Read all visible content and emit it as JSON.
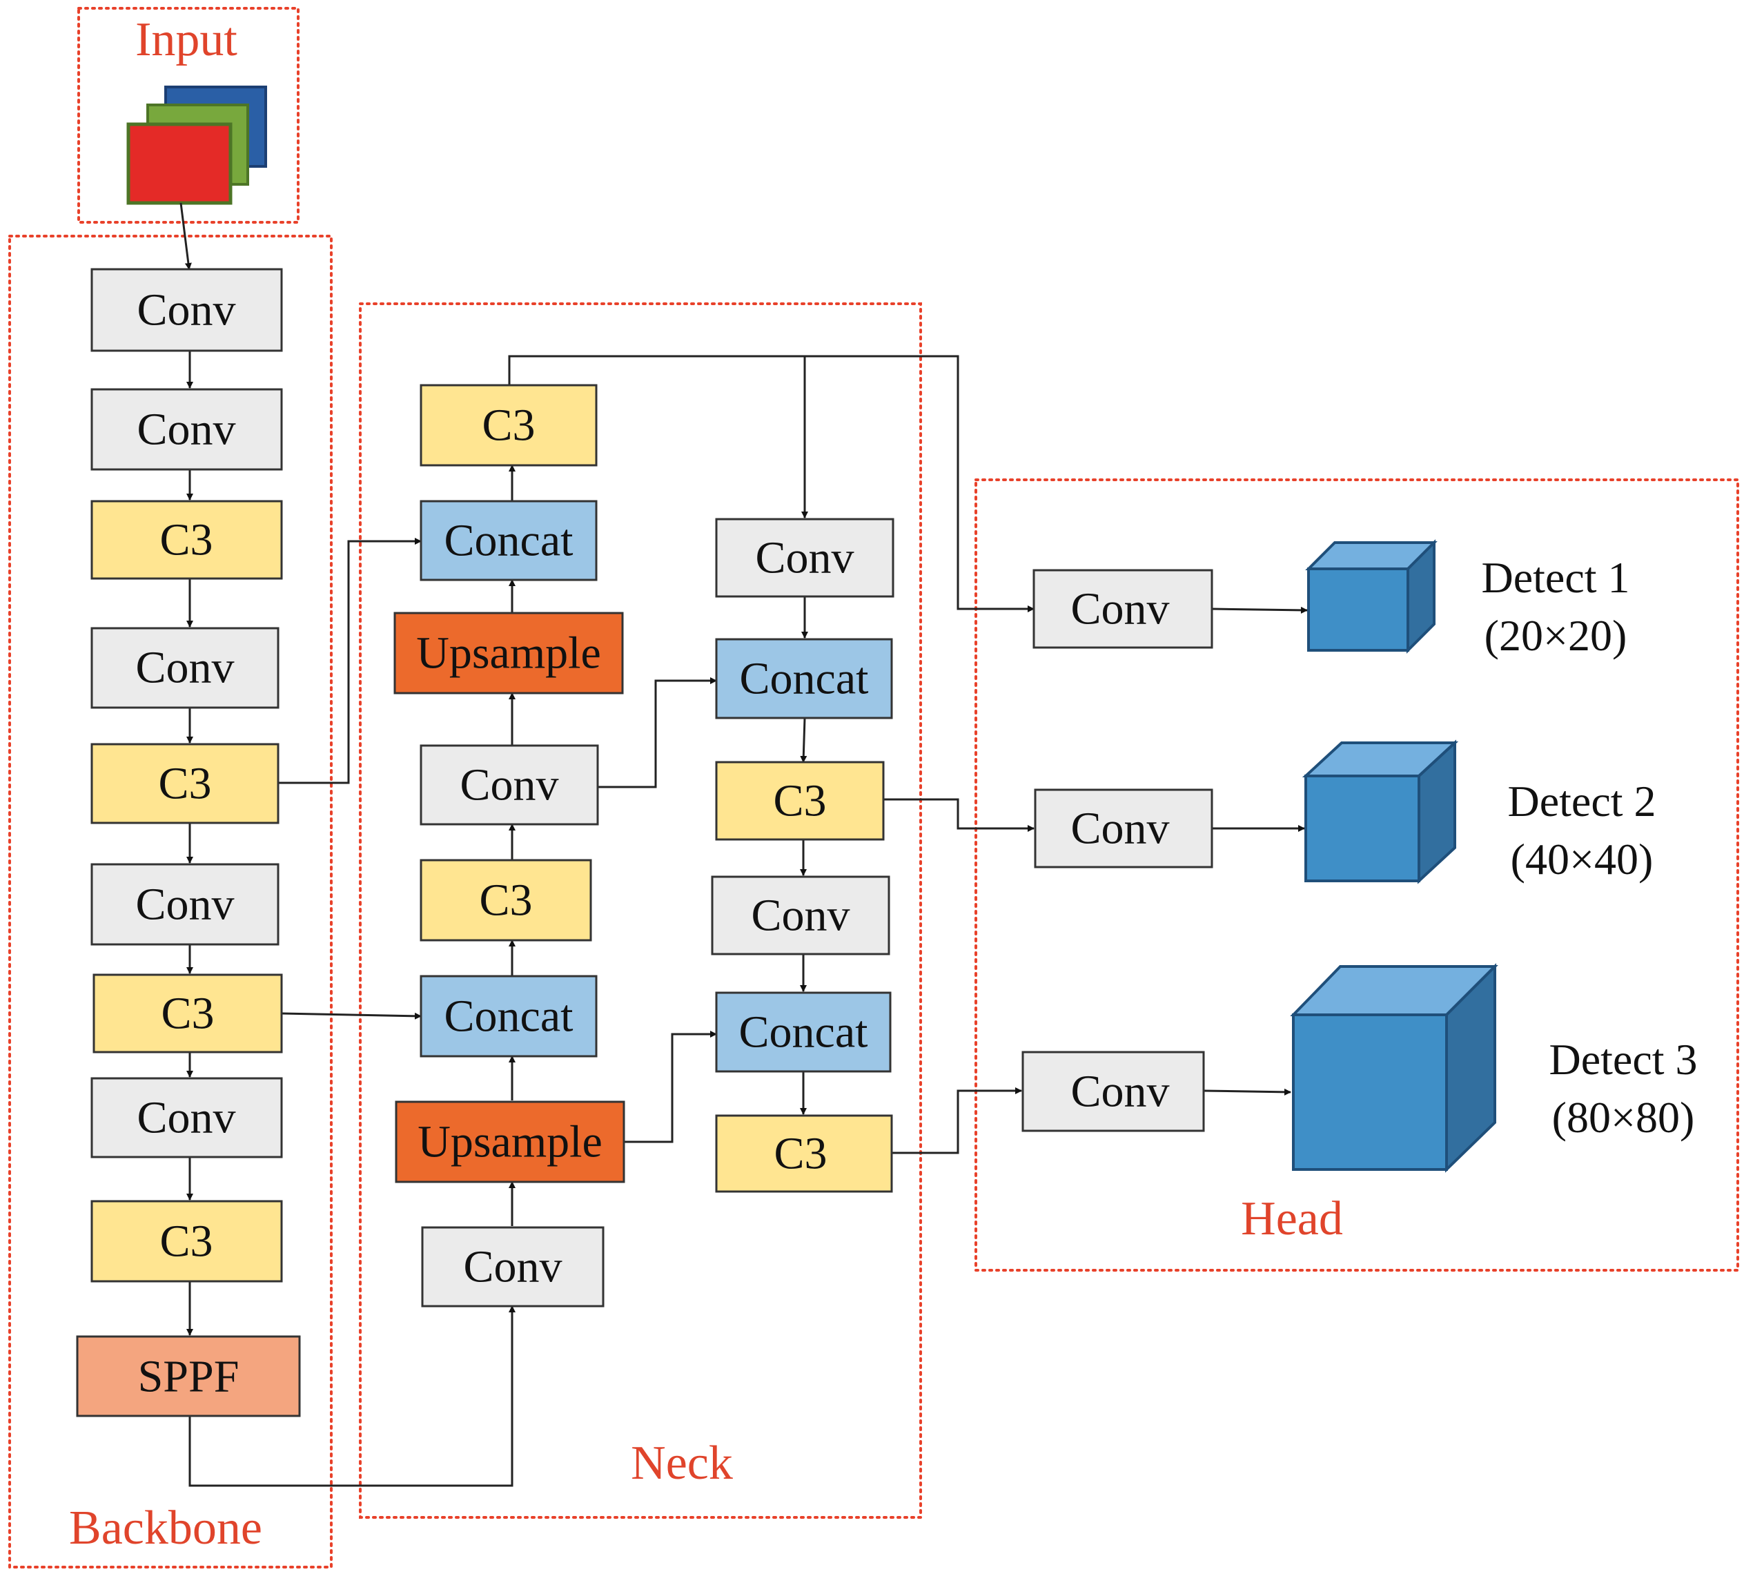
{
  "colors": {
    "region_border": "#e8412a",
    "region_title": "#e0442b",
    "conv": "#ebebeb",
    "c3": "#ffe591",
    "concat": "#9cc6e6",
    "upsample": "#ec6a2c",
    "sppf": "#f4a57f",
    "block_border": "#333333",
    "input_blue": "#2a5fa6",
    "input_green": "#78a83d",
    "input_red": "#e42a27",
    "cube_front": "#3f8fc7",
    "cube_top": "#74b0df",
    "cube_side": "#326f9f",
    "cube_edge": "#1f4f7a"
  },
  "regions": {
    "input": "Input",
    "backbone": "Backbone",
    "neck": "Neck",
    "head": "Head"
  },
  "backbone": {
    "blocks": [
      "Conv",
      "Conv",
      "C3",
      "Conv",
      "C3",
      "Conv",
      "C3",
      "Conv",
      "C3",
      "SPPF"
    ]
  },
  "neck": {
    "left_column": [
      "C3",
      "Concat",
      "Upsample",
      "Conv",
      "C3",
      "Concat",
      "Upsample",
      "Conv"
    ],
    "right_column": [
      "Conv",
      "Concat",
      "C3",
      "Conv",
      "Concat",
      "C3"
    ]
  },
  "head": {
    "convs": [
      "Conv",
      "Conv",
      "Conv"
    ],
    "detect_titles": [
      "Detect 1",
      "Detect 2",
      "Detect 3"
    ],
    "detect_sizes": [
      "(20×20)",
      "(40×40)",
      "(80×80)"
    ]
  }
}
